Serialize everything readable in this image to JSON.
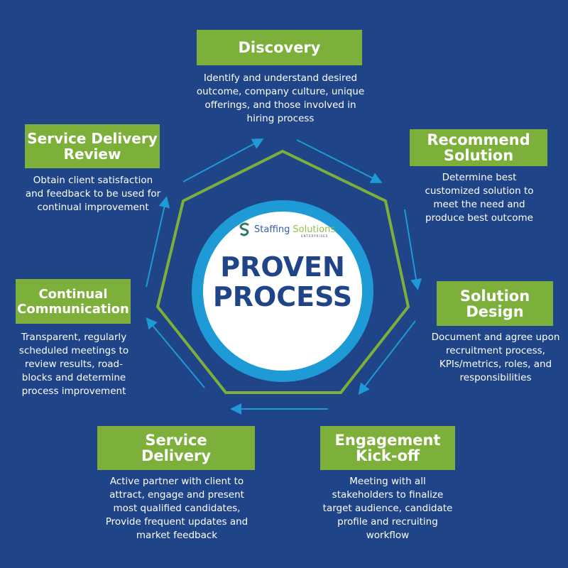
{
  "logo": {
    "word1": "Staffing",
    "word2": "Solutions",
    "sub": "ENTERPRISES"
  },
  "center": {
    "line1": "PROVEN",
    "line2": "PROCESS"
  },
  "steps": [
    {
      "title": "Discovery",
      "desc": "Identify and understand desired outcome, company culture, unique offerings, and those involved in hiring process"
    },
    {
      "title": "Recommend Solution",
      "desc": "Determine best customized solution to meet the need and produce best outcome"
    },
    {
      "title": "Solution Design",
      "desc": "Document and agree upon recruitment process, KPIs/metrics, roles, and responsibilities"
    },
    {
      "title": "Engagement Kick-off",
      "desc": "Meeting with all stakeholders to finalize target audience, candidate profile and recruiting workflow"
    },
    {
      "title": "Service Delivery",
      "desc": "Active partner with client to attract, engage and present most qualified candidates, Provide frequent updates and market feedback"
    },
    {
      "title": "Continual Communication",
      "desc": "Transparent, regularly scheduled meetings to review results, road-blocks and determine process improvement"
    },
    {
      "title": "Service Delivery Review",
      "desc": "Obtain client satisfaction and feedback to be used for continual improvement"
    }
  ],
  "colors": {
    "background": "#1f4487",
    "green": "#7cb03a",
    "blue": "#1e9ad6"
  }
}
